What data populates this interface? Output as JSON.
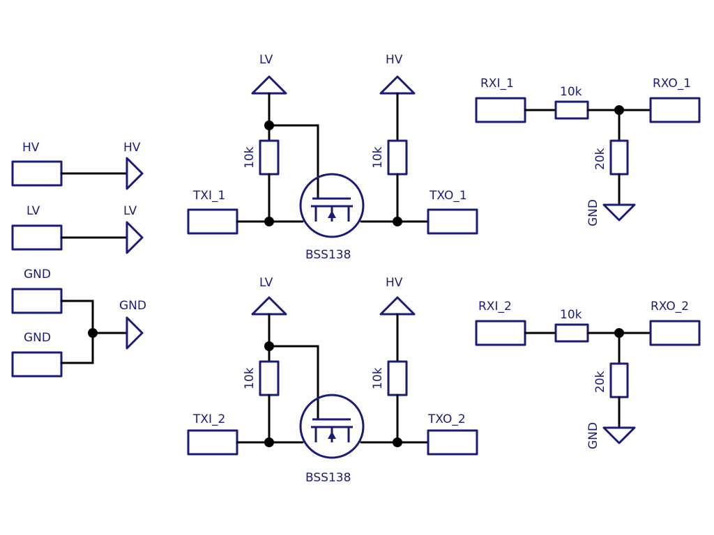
{
  "colors": {
    "background": "#ffffff",
    "component": "#1a1a7a",
    "wire": "#000000"
  },
  "power": {
    "hv_in": "HV",
    "hv_out": "HV",
    "lv_in": "LV",
    "lv_out": "LV",
    "gnd_in_1": "GND",
    "gnd_in_2": "GND",
    "gnd_out": "GND"
  },
  "channel_1": {
    "lv_supply": "LV",
    "hv_supply": "HV",
    "r_low": "10k",
    "r_high": "10k",
    "input": "TXI_1",
    "output": "TXO_1",
    "mosfet": "BSS138"
  },
  "channel_2": {
    "lv_supply": "LV",
    "hv_supply": "HV",
    "r_low": "10k",
    "r_high": "10k",
    "input": "TXI_2",
    "output": "TXO_2",
    "mosfet": "BSS138"
  },
  "divider_1": {
    "input": "RXI_1",
    "output": "RXO_1",
    "r_series": "10k",
    "r_shunt": "20k",
    "ground": "GND"
  },
  "divider_2": {
    "input": "RXI_2",
    "output": "RXO_2",
    "r_series": "10k",
    "r_shunt": "20k",
    "ground": "GND"
  }
}
